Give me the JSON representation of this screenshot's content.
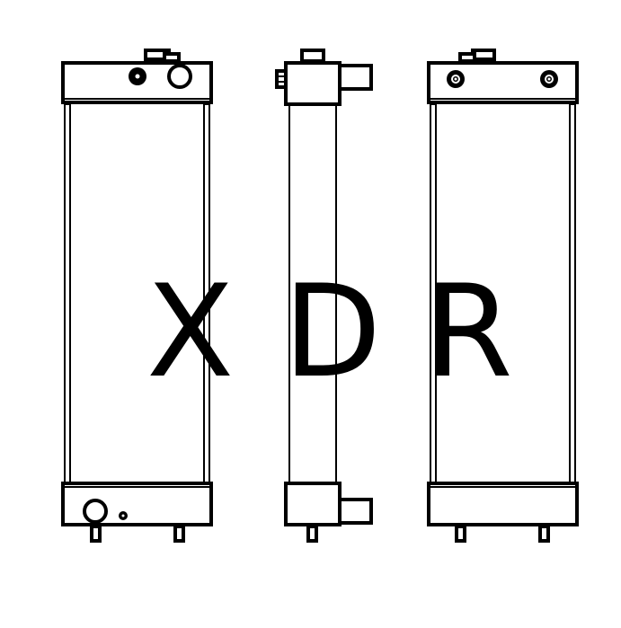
{
  "figure": {
    "subject": "radiator technical drawing",
    "views": [
      {
        "name": "front-view",
        "letter": "X"
      },
      {
        "name": "side-view",
        "letter": "D"
      },
      {
        "name": "rear-view",
        "letter": "R"
      }
    ],
    "watermark": [
      "X",
      "D",
      "R"
    ],
    "colors": {
      "line": "#000000",
      "background": "#ffffff"
    }
  }
}
